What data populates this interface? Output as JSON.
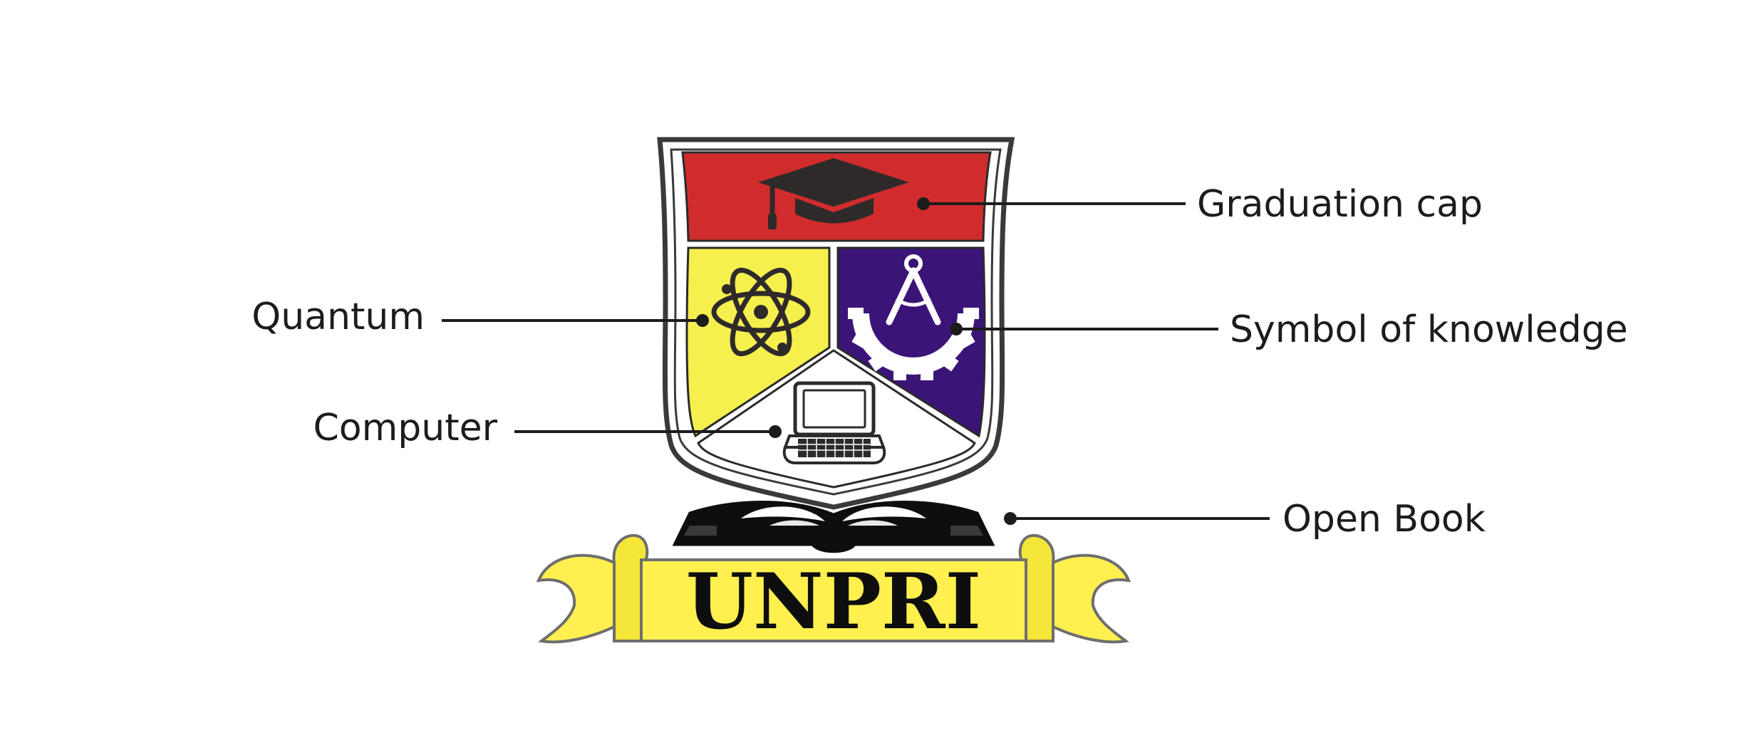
{
  "colors": {
    "shield_outline": "#3a3a3a",
    "red": "#d12c2d",
    "yellow": "#f5f04e",
    "purple": "#3b1478",
    "ribbon": "#fff04f",
    "ink": "#1c1c1c",
    "icon_dark": "#2e2a2a"
  },
  "emblem": {
    "banner_text": "UNPRI",
    "panels": {
      "top": {
        "icon": "graduation-cap-icon"
      },
      "left": {
        "icon": "atom-icon"
      },
      "right": {
        "icon": "compass-gear-icon"
      },
      "bottom": {
        "icon": "computer-icon"
      },
      "base": {
        "icon": "open-book-icon"
      }
    }
  },
  "callouts": [
    {
      "id": "graduation-cap",
      "label": "Graduation cap"
    },
    {
      "id": "quantum",
      "label": "Quantum"
    },
    {
      "id": "symbol-of-knowledge",
      "label": "Symbol of knowledge"
    },
    {
      "id": "computer",
      "label": "Computer"
    },
    {
      "id": "open-book",
      "label": "Open Book"
    }
  ]
}
